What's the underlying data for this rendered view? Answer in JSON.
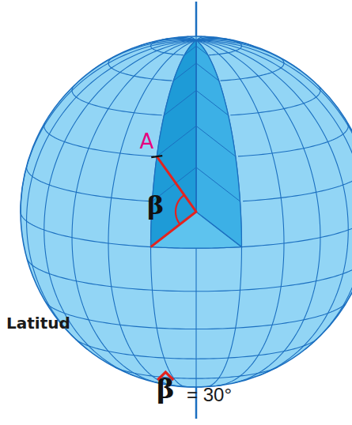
{
  "diagram": {
    "labels": [
      "A",
      "β",
      "Latitud",
      "β",
      "= 30°"
    ]
  }
}
